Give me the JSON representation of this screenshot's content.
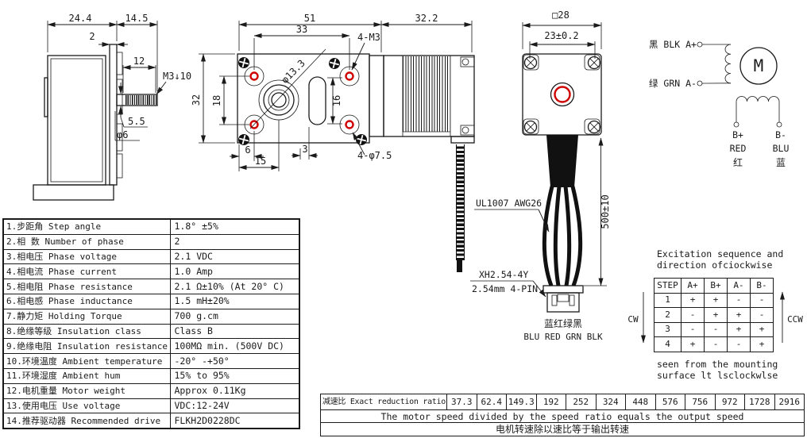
{
  "colors": {
    "ink": "#1a1a1a",
    "red_accent": "#cf0000"
  },
  "side_view": {
    "dim_total_width": "24.4",
    "dim_shaft_section": "14.5",
    "dim_flange_thickness": "2",
    "dim_shaft_length": "12",
    "tap_callout": "M3↓10",
    "dim_shaft_step": "5.5",
    "dim_shaft_diameter": "φ6"
  },
  "front_view": {
    "dim_gearbox_length": "51",
    "dim_hole_span_h": "33",
    "dim_motor_length": "32.2",
    "screw_callout": "4-M3",
    "dim_boss_diameter": "φ13.3",
    "dim_body_height": "32",
    "dim_hole_span_v": "18",
    "dim_slot_length": "16",
    "dim_edge_offset": "6",
    "dim_center_offset": "15",
    "dim_slot_offset": "3",
    "hole_callout": "4-φ7.5"
  },
  "motor_view": {
    "dim_frame_size": "□28",
    "dim_screw_span": "23±0.2",
    "dim_lead_length": "500±10",
    "wire_spec": "UL1007 AWG26",
    "connector_model": "XH2.54-4Y",
    "connector_pitch": "2.54mm 4-PIN",
    "lead_colors_cn": "蓝红绿黑",
    "lead_colors_en": "BLU RED GRN BLK"
  },
  "wiring_diagram": {
    "phase_a_plus": "黑 BLK A+",
    "phase_a_minus": "绿 GRN A-",
    "motor_symbol": "M",
    "terminal_b_plus": "B+",
    "terminal_b_minus": "B-",
    "b_plus_color_en": "RED",
    "b_minus_color_en": "BLU",
    "b_plus_color_cn": "红",
    "b_minus_color_cn": "蓝"
  },
  "spec_table": {
    "rows": [
      {
        "label": "1.步距角 Step angle",
        "value": "1.8° ±5%"
      },
      {
        "label": "2.相  数 Number of phase",
        "value": "2"
      },
      {
        "label": "3.相电压 Phase voltage",
        "value": "2.1 VDC"
      },
      {
        "label": "4.相电流 Phase current",
        "value": "1.0 Amp"
      },
      {
        "label": "5.相电阻 Phase resistance",
        "value": "2.1 Ω±10% (At 20° C)"
      },
      {
        "label": "6.相电感 Phase inductance",
        "value": "1.5 mH±20%"
      },
      {
        "label": "7.静力矩 Holding Torque",
        "value": "700 g.cm"
      },
      {
        "label": "8.绝缘等级 Insulation class",
        "value": "Class B"
      },
      {
        "label": "9.绝缘电阻 Insulation resistance",
        "value": "100MΩ min. (500V DC)"
      },
      {
        "label": "10.环境温度 Ambient temperature",
        "value": "-20° -+50°"
      },
      {
        "label": "11.环境湿度 Ambient hum",
        "value": "15% to 95%"
      },
      {
        "label": "12.电机重量 Motor weight",
        "value": "Approx 0.11Kg"
      },
      {
        "label": "13.使用电压 Use voltage",
        "value": "VDC:12-24V"
      },
      {
        "label": "14.推荐驱动器 Recommended drive",
        "value": "FLKH2D0228DC"
      }
    ]
  },
  "excitation": {
    "title_line1": "Excitation sequence and",
    "title_line2": "direction ofciockwise",
    "headers": [
      "STEP",
      "A+",
      "B+",
      "A-",
      "B-"
    ],
    "steps": [
      [
        "1",
        "+",
        "+",
        "-",
        "-"
      ],
      [
        "2",
        "-",
        "+",
        "+",
        "-"
      ],
      [
        "3",
        "-",
        "-",
        "+",
        "+"
      ],
      [
        "4",
        "+",
        "-",
        "-",
        "+"
      ]
    ],
    "cw_label": "CW",
    "ccw_label": "CCW",
    "note_line1": "seen from the mounting",
    "note_line2": "surface lt lsclockwlse"
  },
  "ratio_table": {
    "label": "减速比 Exact reduction ratio",
    "ratios": [
      "37.3",
      "62.4",
      "149.3",
      "192",
      "252",
      "324",
      "448",
      "576",
      "756",
      "972",
      "1728",
      "2916"
    ],
    "note_en": "The motor speed divided by the speed ratio equals the output speed",
    "note_cn": "电机转速除以速比等于输出转速"
  }
}
